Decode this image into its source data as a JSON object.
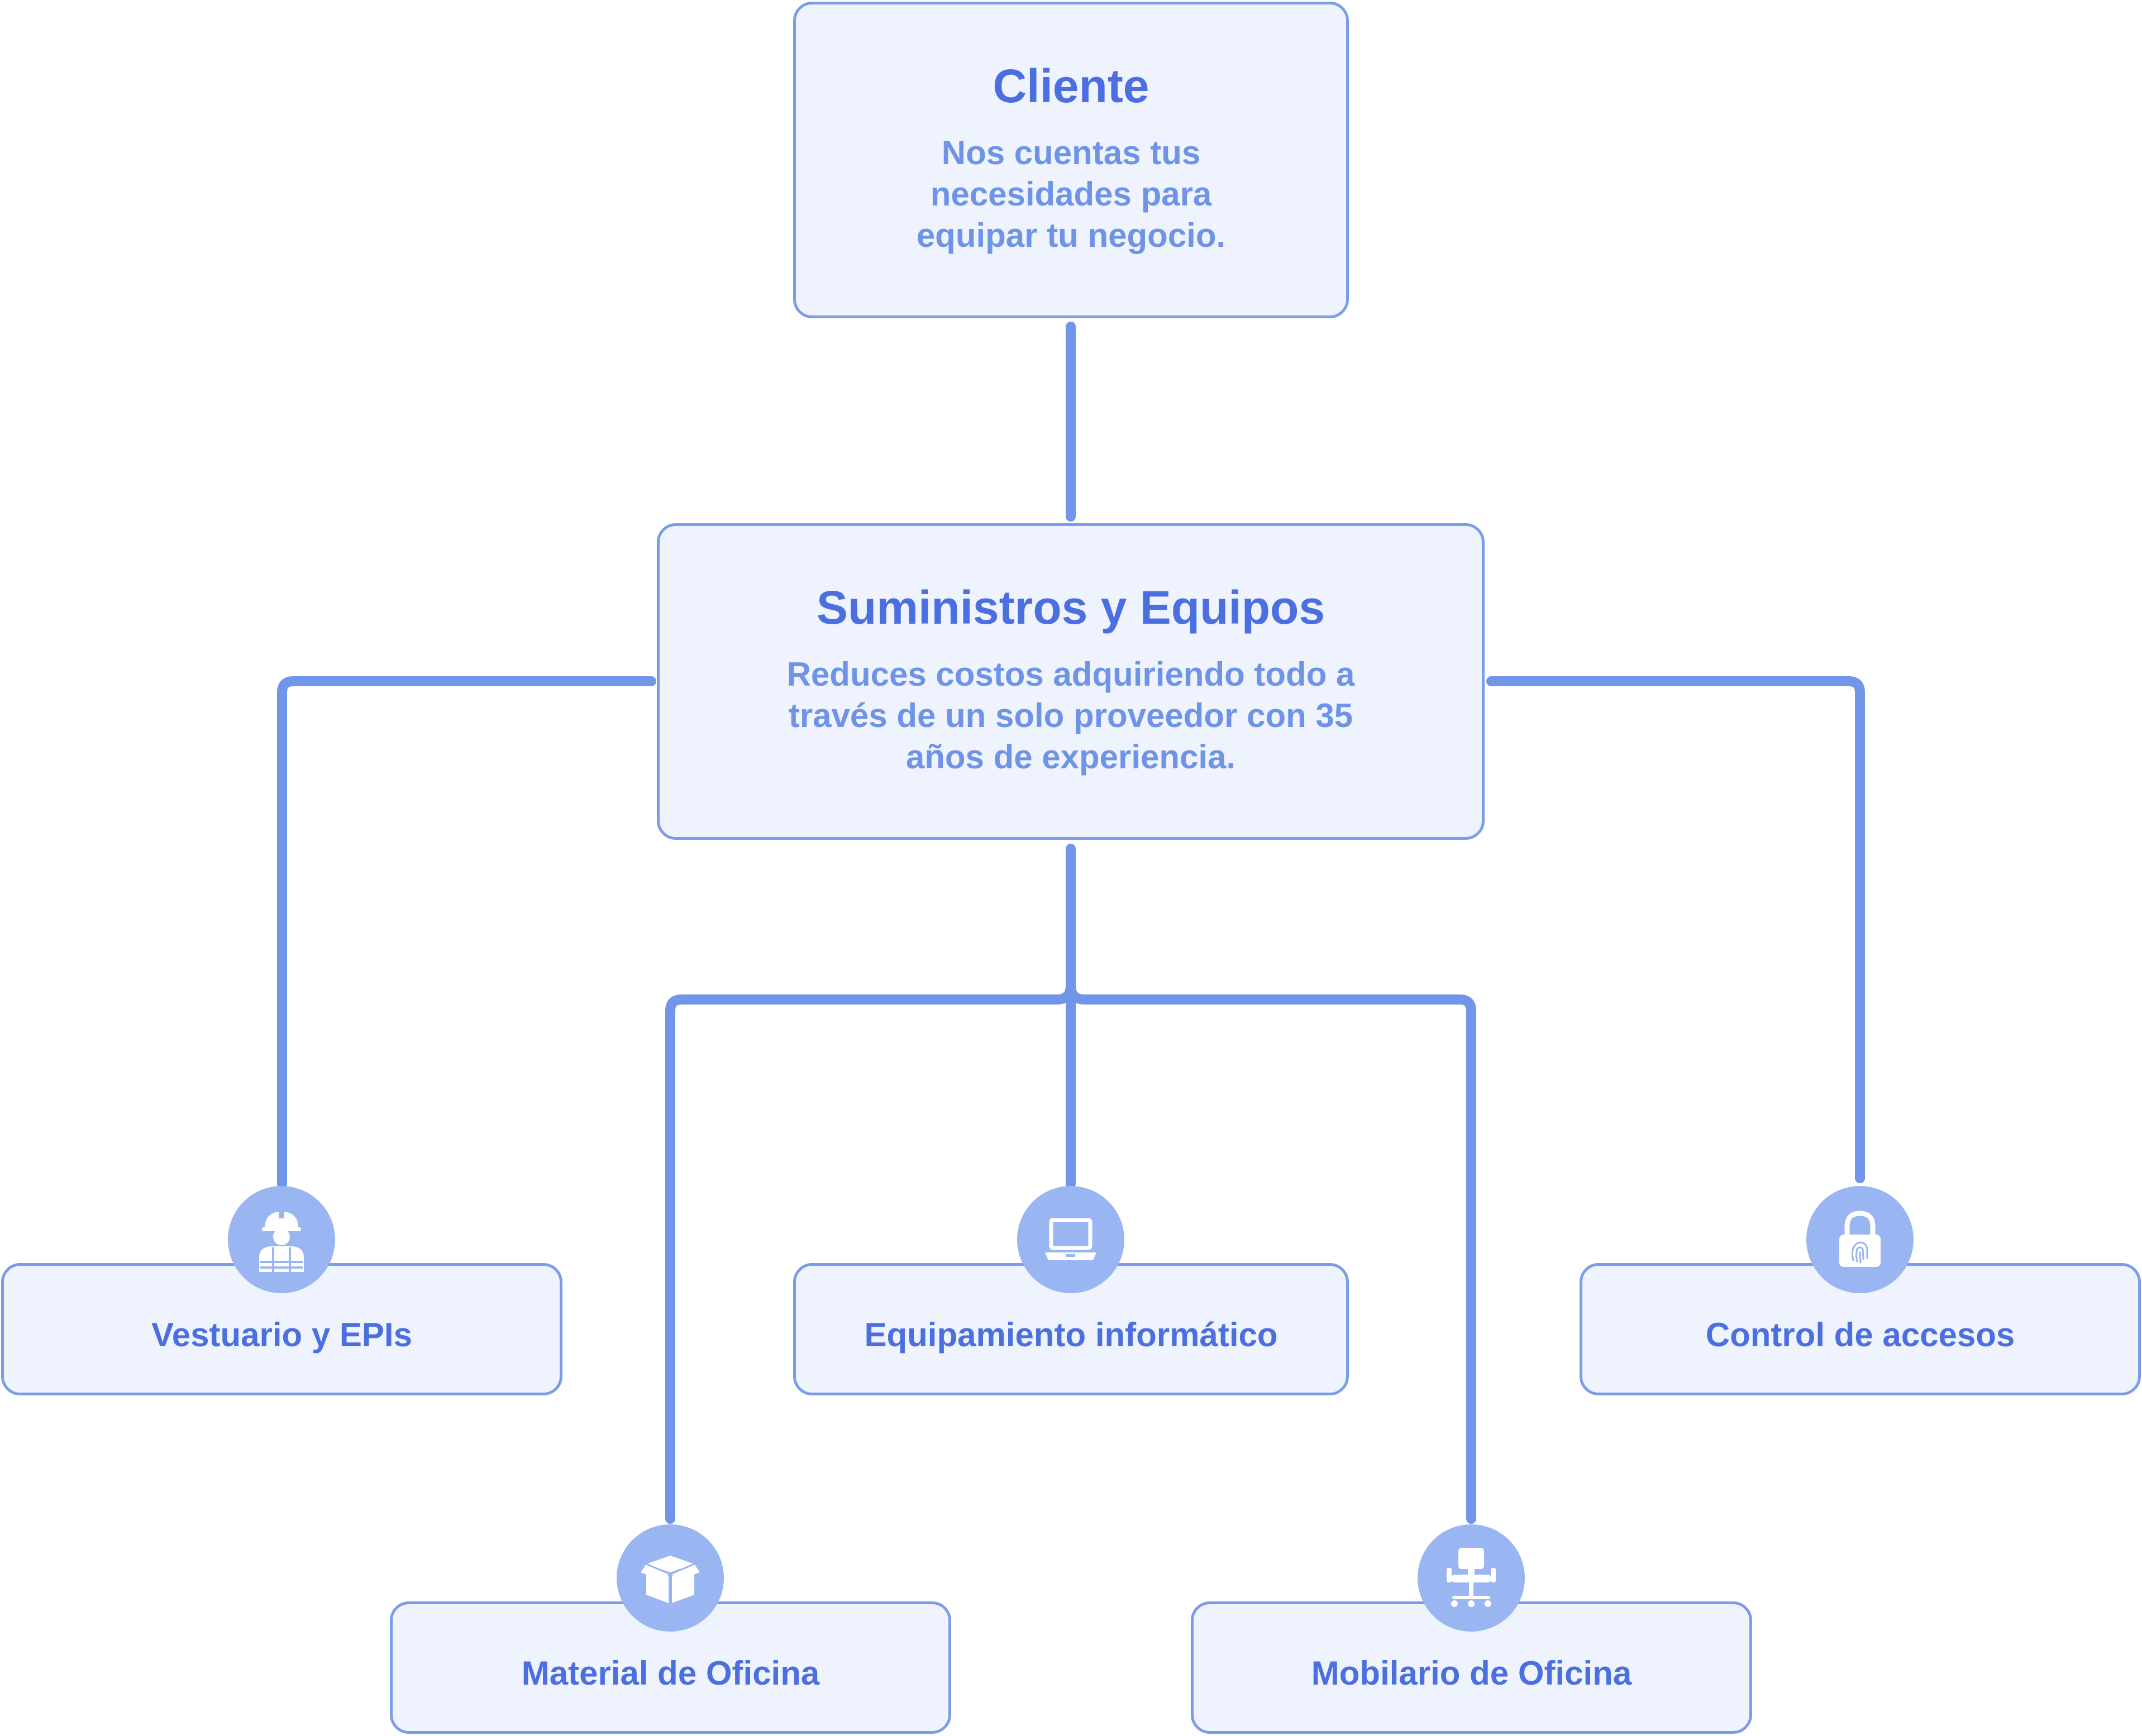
{
  "root": {
    "title": "Cliente",
    "description": "Nos cuentas tus necesidades para equipar tu negocio."
  },
  "hub": {
    "title": "Suministros y Equipos",
    "description": "Reduces costos adquiriendo todo a través de un solo proveedor con 35 años de experiencia."
  },
  "categories": {
    "vestuario": {
      "label": "Vestuario y EPIs",
      "icon": "worker-icon"
    },
    "informatico": {
      "label": "Equipamiento informático",
      "icon": "laptop-icon"
    },
    "accesos": {
      "label": "Control de accesos",
      "icon": "fingerprint-lock-icon"
    },
    "oficina": {
      "label": "Material de Oficina",
      "icon": "box-icon"
    },
    "mobiliario": {
      "label": "Mobilario de Oficina",
      "icon": "office-chair-icon"
    }
  },
  "colors": {
    "connector": "#7196e9",
    "node_fill": "#eef3fd",
    "node_border": "#7b9ce8",
    "title_text": "#4b6fe0",
    "body_text": "#6f93e6",
    "badge_fill": "#99b5f2"
  }
}
